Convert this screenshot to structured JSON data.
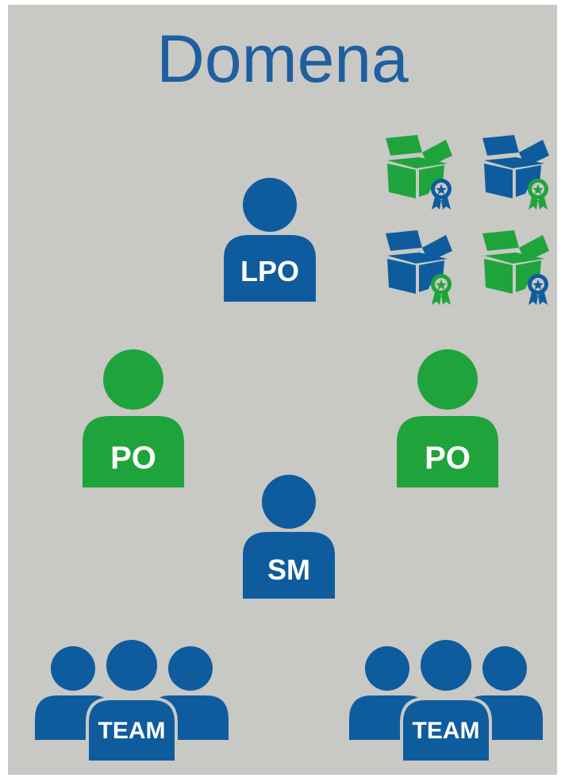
{
  "title": "Domena",
  "colors": {
    "blue": "#0e5c9e",
    "green": "#1fa43c",
    "background": "#c8c8c5",
    "title": "#1e5fa0",
    "label": "#ffffff"
  },
  "roles": {
    "lpo": {
      "label": "LPO",
      "color": "blue"
    },
    "po_left": {
      "label": "PO",
      "color": "green"
    },
    "po_right": {
      "label": "PO",
      "color": "green"
    },
    "sm": {
      "label": "SM",
      "color": "blue"
    },
    "team_left": {
      "label": "TEAM",
      "color": "blue"
    },
    "team_right": {
      "label": "TEAM",
      "color": "blue"
    }
  },
  "awards": [
    {
      "name": "award-box-icon",
      "box_color": "green",
      "rosette_color": "blue"
    },
    {
      "name": "award-box-icon",
      "box_color": "blue",
      "rosette_color": "green"
    },
    {
      "name": "award-box-icon",
      "box_color": "blue",
      "rosette_color": "green"
    },
    {
      "name": "award-box-icon",
      "box_color": "green",
      "rosette_color": "blue"
    }
  ]
}
